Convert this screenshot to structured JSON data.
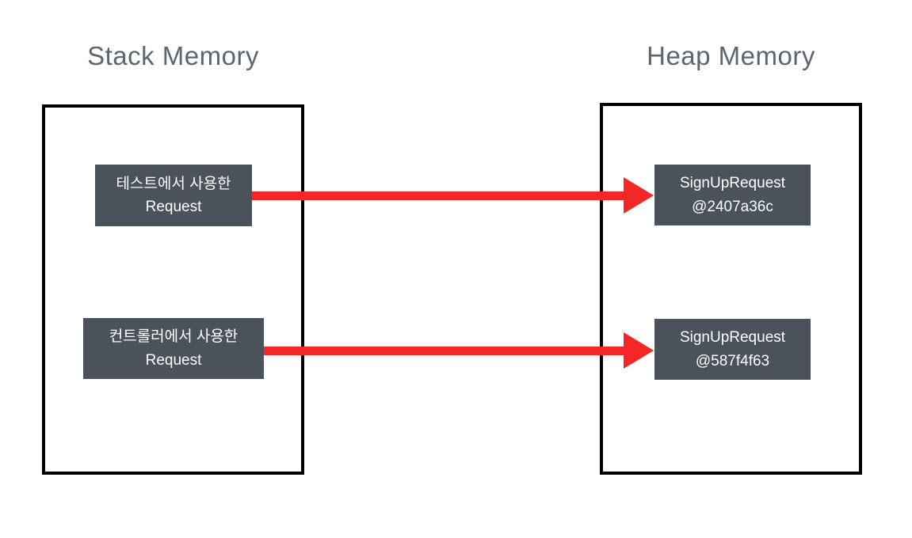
{
  "diagram": {
    "stack": {
      "title": "Stack Memory",
      "frames": [
        {
          "line1": "테스트에서 사용한",
          "line2": "Request"
        },
        {
          "line1": "컨트롤러에서 사용한",
          "line2": "Request"
        }
      ]
    },
    "heap": {
      "title": "Heap Memory",
      "objects": [
        {
          "line1": "SignUpRequest",
          "line2": "@2407a36c"
        },
        {
          "line1": "SignUpRequest",
          "line2": "@587f4f63"
        }
      ]
    },
    "arrows": [
      {
        "from": "stack-frame-test-request",
        "to": "heap-object-2407a36c"
      },
      {
        "from": "stack-frame-controller-request",
        "to": "heap-object-587f4f63"
      }
    ],
    "colors": {
      "box_background": "#4a525b",
      "box_text": "#ffffff",
      "arrow": "#f42626",
      "title_text": "#5b6670",
      "container_border": "#000000",
      "page_background": "#ffffff"
    }
  }
}
